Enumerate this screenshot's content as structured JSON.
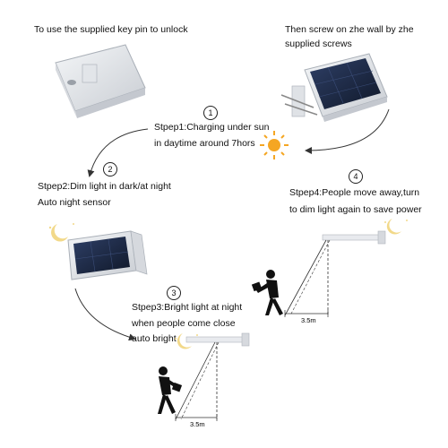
{
  "captions": {
    "unlock": "To use the supplied key pin to unlock",
    "screw_line1": "Then screw on zhe wall by zhe",
    "screw_line2": "supplied screws"
  },
  "steps": [
    {
      "number": "1",
      "line1": "Stpep1:Charging under sun",
      "line2": "in daytime around 7hors"
    },
    {
      "number": "2",
      "line1": "Stpep2:Dim light in dark/at night",
      "line2": "Auto night sensor"
    },
    {
      "number": "3",
      "line1": "Stpep3:Bright light at night",
      "line2": "when people come close",
      "line3": "auto bright"
    },
    {
      "number": "4",
      "line1": "Stpep4:People move away,turn",
      "line2": "to dim light again to save power"
    }
  ],
  "distances": {
    "upper": "3.5m",
    "lower": "3.5m"
  },
  "colors": {
    "sun": "#f5a623",
    "moon": "#f2d98a",
    "panel": "#1c2a4a",
    "housing": "#e8eaee",
    "arrow": "#333333"
  },
  "icons": [
    "sun-icon",
    "moon-icon",
    "person-icon",
    "solar-light-icon"
  ]
}
